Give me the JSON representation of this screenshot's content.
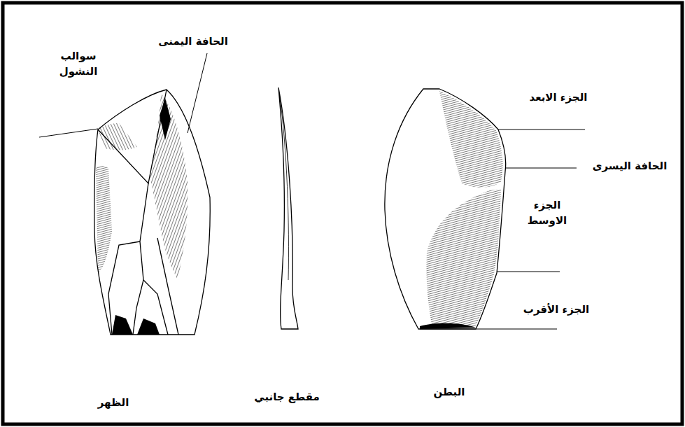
{
  "diagram": {
    "labels": [
      "سوالب النشول",
      "الحافة اليمنى",
      "الجزء الابعد",
      "الحافة اليسرى",
      "الجزء الاوسط",
      "الجزء الأقرب",
      "الظهر",
      "مقطع جانبي",
      "البطن"
    ]
  }
}
